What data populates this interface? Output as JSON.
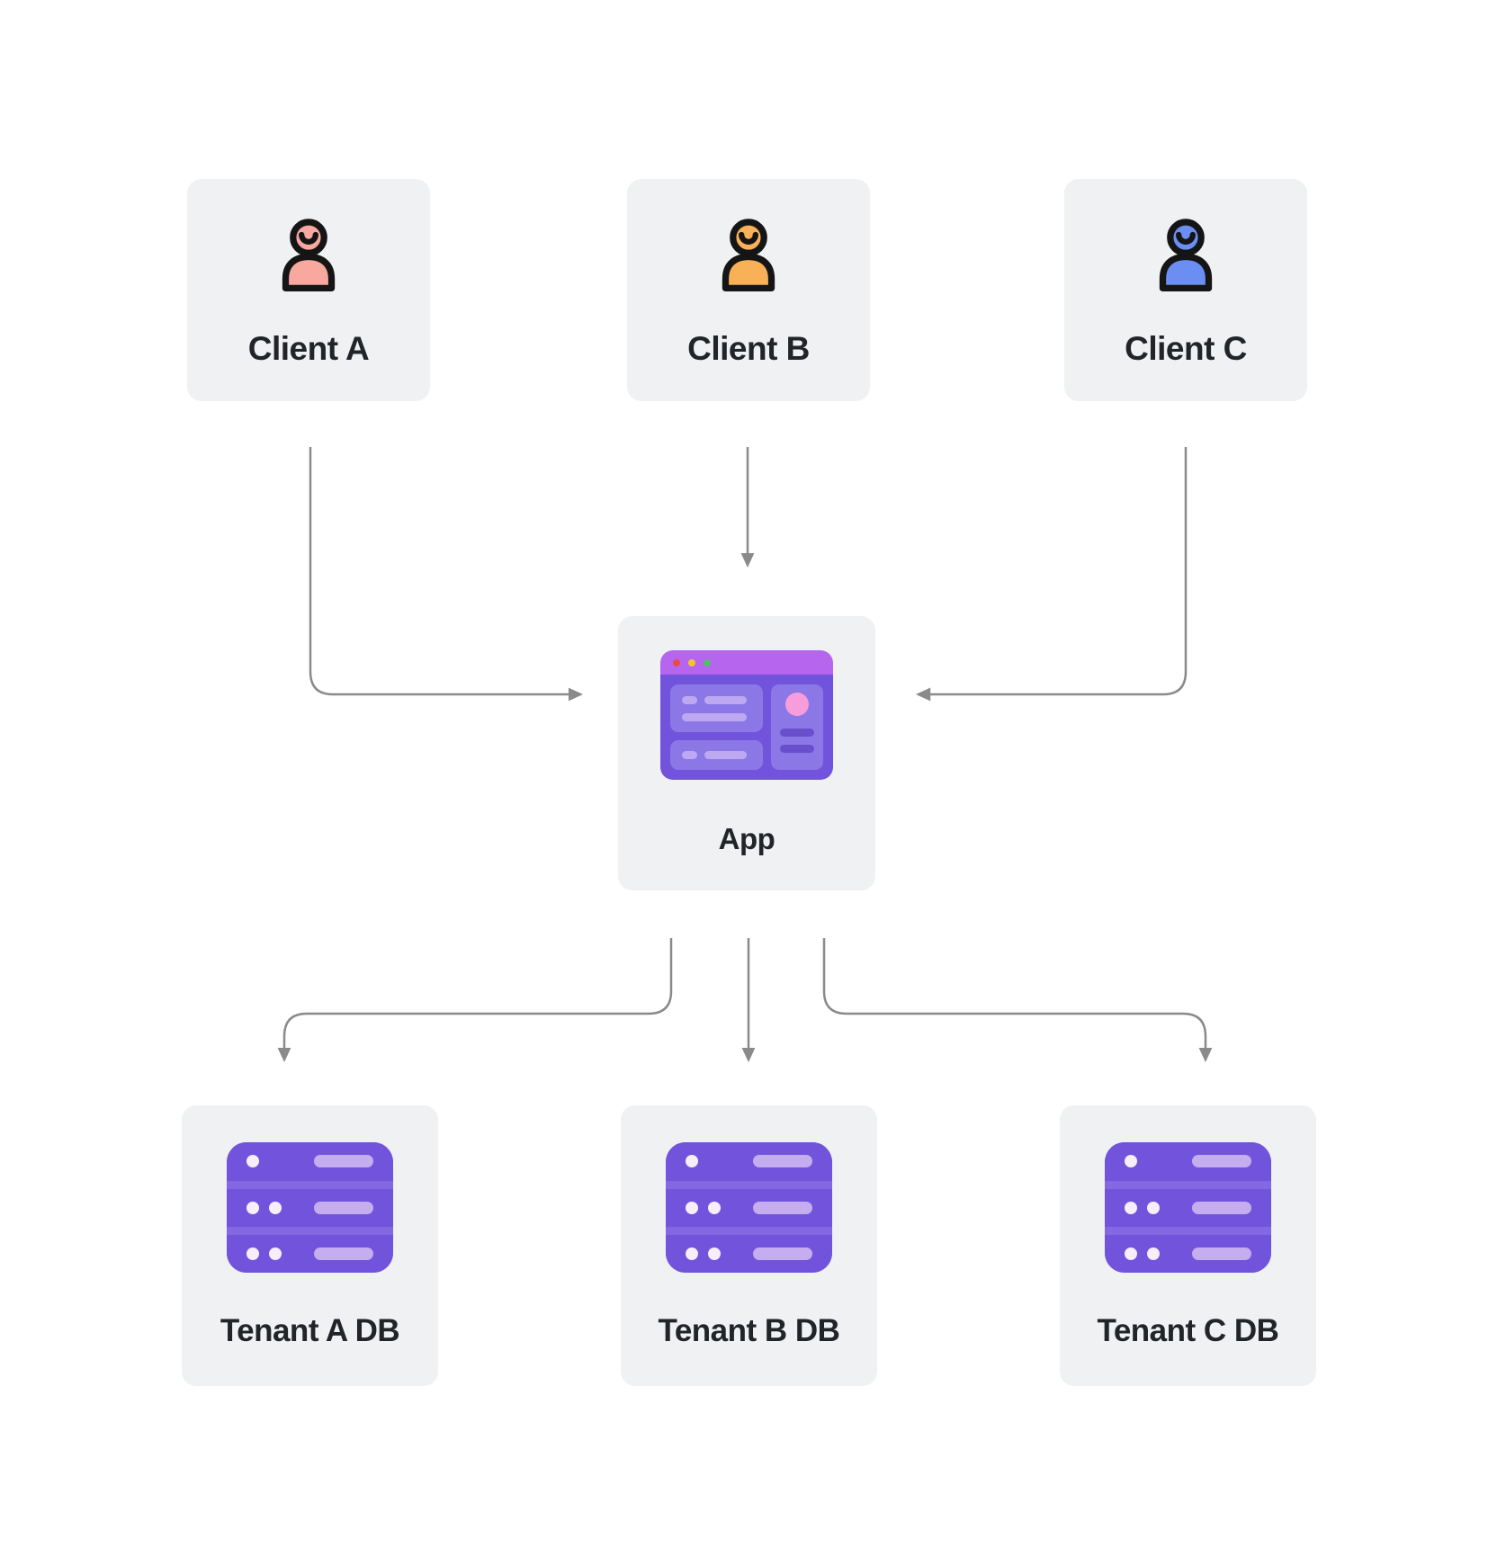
{
  "diagram": {
    "clients": [
      {
        "label": "Client A",
        "icon": "person-icon",
        "color": "#f9a8a0"
      },
      {
        "label": "Client B",
        "icon": "person-icon",
        "color": "#f8b156"
      },
      {
        "label": "Client C",
        "icon": "person-icon",
        "color": "#6a8ef2"
      }
    ],
    "app": {
      "label": "App",
      "icon": "browser-window-icon"
    },
    "databases": [
      {
        "label": "Tenant A DB",
        "icon": "database-server-icon"
      },
      {
        "label": "Tenant B DB",
        "icon": "database-server-icon"
      },
      {
        "label": "Tenant C DB",
        "icon": "database-server-icon"
      }
    ],
    "connections": [
      {
        "from": "Client A",
        "to": "App"
      },
      {
        "from": "Client B",
        "to": "App"
      },
      {
        "from": "Client C",
        "to": "App"
      },
      {
        "from": "App",
        "to": "Tenant A DB"
      },
      {
        "from": "App",
        "to": "Tenant B DB"
      },
      {
        "from": "App",
        "to": "Tenant C DB"
      }
    ],
    "colors": {
      "canvas_bg": "#ffffff",
      "card_bg": "#f0f1f2",
      "text": "#212428",
      "arrow": "#8a8a8a",
      "outline": "#151515",
      "purple_primary": "#7254dc",
      "purple_titlebar": "#b666ee",
      "purple_panel": "#8c77e6",
      "purple_dash_light": "#bda9f1",
      "purple_dash_dark": "#6850cc",
      "purple_stripe": "#8568e1",
      "purple_bar": "#c6adf0",
      "dot_light": "#f9edfc",
      "pink_accent": "#f79ddb",
      "traffic_red": "#e94b4b",
      "traffic_yellow": "#f3c52c",
      "traffic_green": "#56bb6c"
    }
  }
}
